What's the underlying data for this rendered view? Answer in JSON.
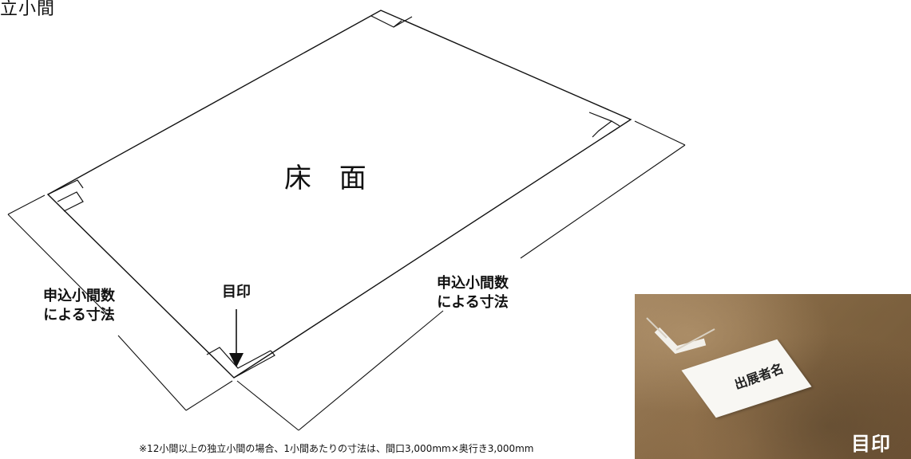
{
  "header": {
    "title": "立小間"
  },
  "diagram": {
    "floor_label": "床 面",
    "marker_label": "目印",
    "dimension_left": [
      "申込小間数",
      "による寸法"
    ],
    "dimension_right": [
      "申込小間数",
      "による寸法"
    ],
    "line_color": "#111111"
  },
  "footnote": "※12小間以上の独立小間の場合、1小間あたりの寸法は、間口3,000mm×奥行き3,000mm",
  "photo": {
    "card_text": "出展者名",
    "caption": "目印",
    "caption_color": "#ffffff",
    "floor_color": "#8a6c48"
  }
}
